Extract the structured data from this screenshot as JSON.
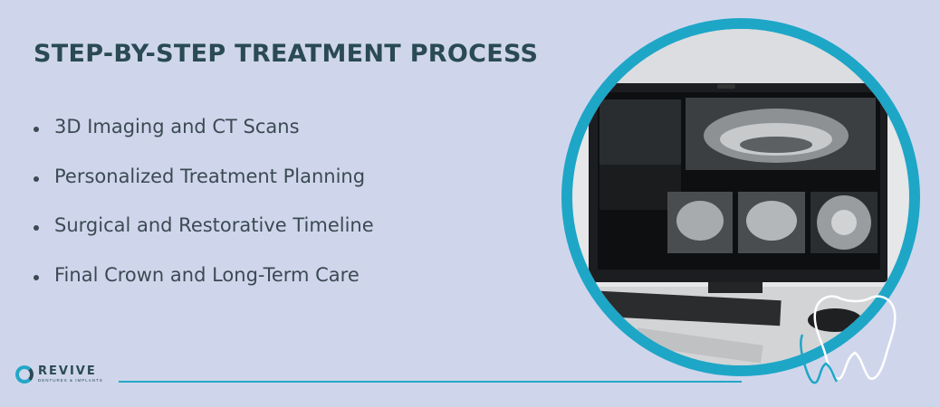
{
  "title": "STEP-BY-STEP TREATMENT PROCESS",
  "steps": [
    {
      "label": "3D Imaging and CT Scans"
    },
    {
      "label": "Personalized Treatment Planning"
    },
    {
      "label": "Surgical and Restorative Timeline"
    },
    {
      "label": "Final Crown and Long-Term Care"
    }
  ],
  "brand": {
    "name": "REVIVE",
    "tagline": "DENTURES & IMPLANTS",
    "colors": {
      "background": "#cfd6ec",
      "accent": "#1ea6c7",
      "heading": "#2a4a55",
      "body_text": "#3b4a52"
    }
  },
  "icons": [
    "revive-logo-icon",
    "tooth-outline-icon"
  ]
}
